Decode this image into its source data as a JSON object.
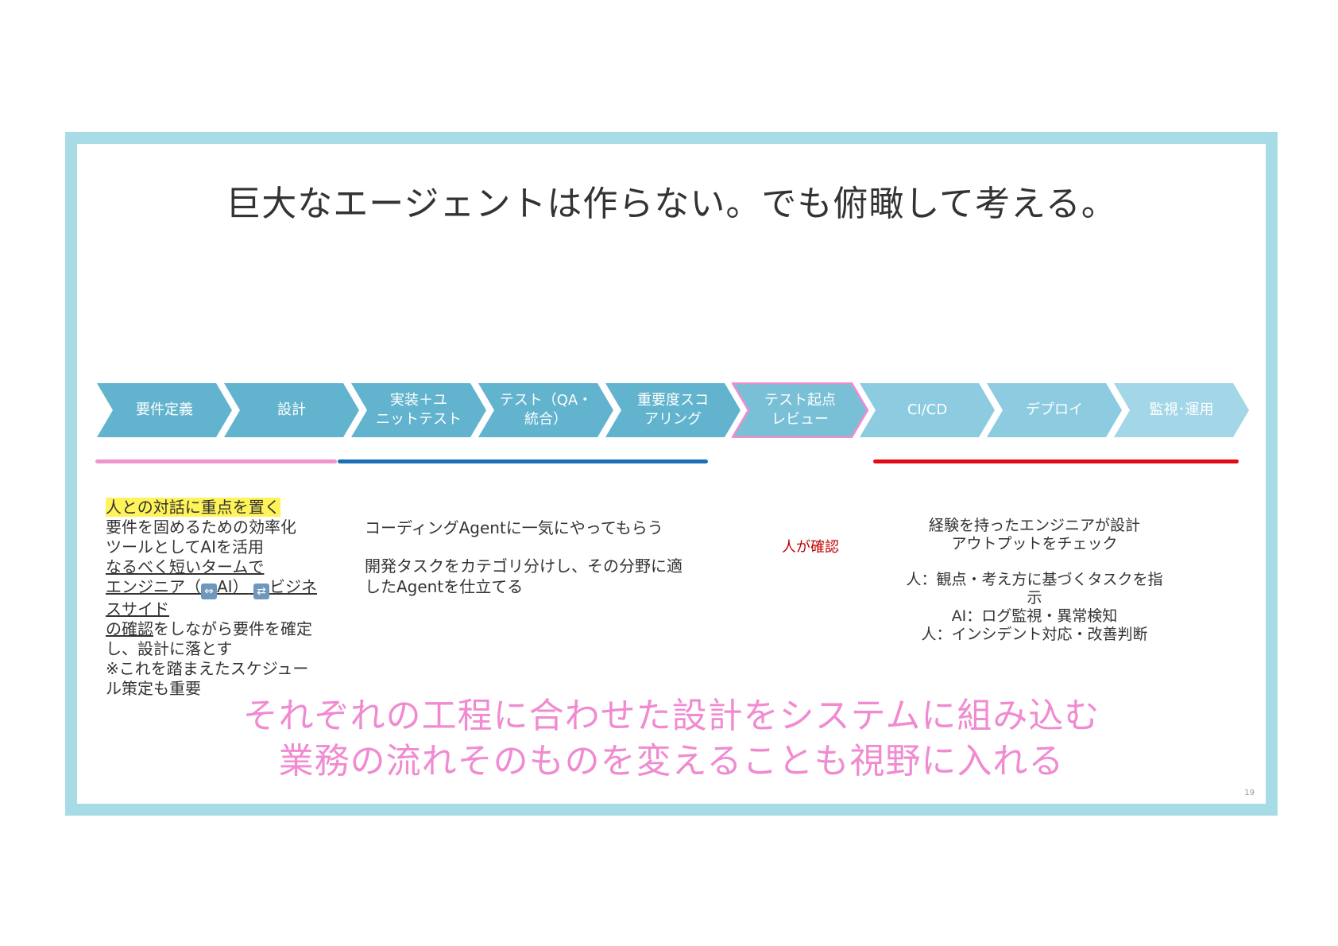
{
  "slide": {
    "title": "巨大なエージェントは作らない。でも俯瞰して考える。",
    "page_number": "19"
  },
  "process": {
    "steps": [
      {
        "label": "要件定義",
        "color": "#62b3cd"
      },
      {
        "label": "設計",
        "color": "#62b3cd"
      },
      {
        "label": "実装＋ユ\nニットテスト",
        "color": "#62b3cd"
      },
      {
        "label": "テスト（QA・\n統合）",
        "color": "#62b3cd"
      },
      {
        "label": "重要度スコ\nアリング",
        "color": "#62b3cd"
      },
      {
        "label": "テスト起点\nレビュー",
        "color": "#79c0d6",
        "outline": "#f08bd2"
      },
      {
        "label": "CI/CD",
        "color": "#8ccbe0"
      },
      {
        "label": "デプロイ",
        "color": "#8ccbe0"
      },
      {
        "label": "監視･運用",
        "color": "#a3d6e7"
      }
    ],
    "bars": [
      {
        "name": "requirements-bar",
        "color": "#ee95cd"
      },
      {
        "name": "implementation-bar",
        "color": "#1b6fb5"
      },
      {
        "name": "operations-bar",
        "color": "#e30b17"
      }
    ]
  },
  "requirements_note": {
    "highlight": "人との対話に重点を置く",
    "line1": "要件を固めるための効率化",
    "line2": "ツールとしてAIを活用",
    "line3": "なるべく短いタームで",
    "line4_a": "エンジニア（",
    "line4_icon1": "⇔",
    "line4_b": "AI）",
    "line4_icon2": "⇄",
    "line4_c": "ビジネ",
    "line5": "スサイド",
    "line6_a": "の確認",
    "line6_b": "をしながら要件を確定",
    "line7": "し、設計に落とす",
    "line8": "※これを踏まえたスケジュー",
    "line9": "ル策定も重要"
  },
  "agent_note": {
    "line1": "コーディングAgentに一気にやってもらう",
    "line2": "開発タスクをカテゴリ分けし、その分野に適\nしたAgentを仕立てる"
  },
  "human_check": "人が確認",
  "ops_note": {
    "line1": "経験を持ったエンジニアが設計",
    "line2": "アウトプットをチェック",
    "line3": "人：観点・考え方に基づくタスクを指示",
    "line4": "AI：ログ監視・異常検知",
    "line5": "人：インシデント対応・改善判断"
  },
  "bottom_message": {
    "line1": "それぞれの工程に合わせた設計をシステムに組み込む",
    "line2": "業務の流れそのものを変えることも視野に入れる"
  }
}
